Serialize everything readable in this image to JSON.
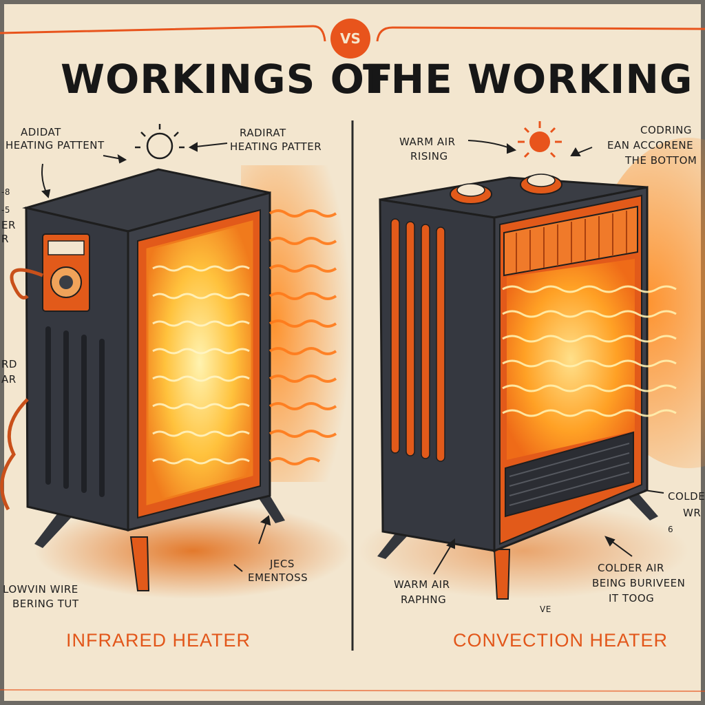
{
  "colors": {
    "paper": "#f3e6cf",
    "accent": "#e8541c",
    "ink": "#1e1e1e",
    "body": "#3a3d44",
    "glow": "#ffb12e"
  },
  "header": {
    "vs_badge": "VS",
    "title_left": "WORKINGS OF",
    "title_right": "THE WORKING"
  },
  "left_panel": {
    "caption": "INFRARED HEATER",
    "labels": {
      "top_left_1": "ADIDAT",
      "top_left_2": "HEATING PATTENT",
      "top_right_1": "RADIRAT",
      "top_right_2": "HEATING PATTER",
      "edge_1": "-8",
      "edge_2": "-5",
      "edge_3": "ER",
      "edge_4": "R",
      "edge_5": "RD",
      "edge_6": "AR",
      "bottom_left_1": "LOWVIN WIRE",
      "bottom_left_2": "BERING TUT",
      "bottom_right_1": "JECS",
      "bottom_right_2": "EMENTOSS"
    }
  },
  "right_panel": {
    "caption": "CONVECTION HEATER",
    "labels": {
      "top_left_1": "WARM AIR",
      "top_left_2": "RISING",
      "top_right_1": "CODRING",
      "top_right_2": "EAN ACCORENE",
      "top_right_3": "THE BOTTOM",
      "side_right_1": "COLDE",
      "side_right_2": "WR",
      "side_right_3": "6",
      "bottom_left_1": "WARM AIR",
      "bottom_left_2": "RAPHNG",
      "bottom_mid": "VE",
      "bottom_right_1": "COLDER AIR",
      "bottom_right_2": "BEING BURIVEEN",
      "bottom_right_3": "IT TOOG"
    }
  }
}
